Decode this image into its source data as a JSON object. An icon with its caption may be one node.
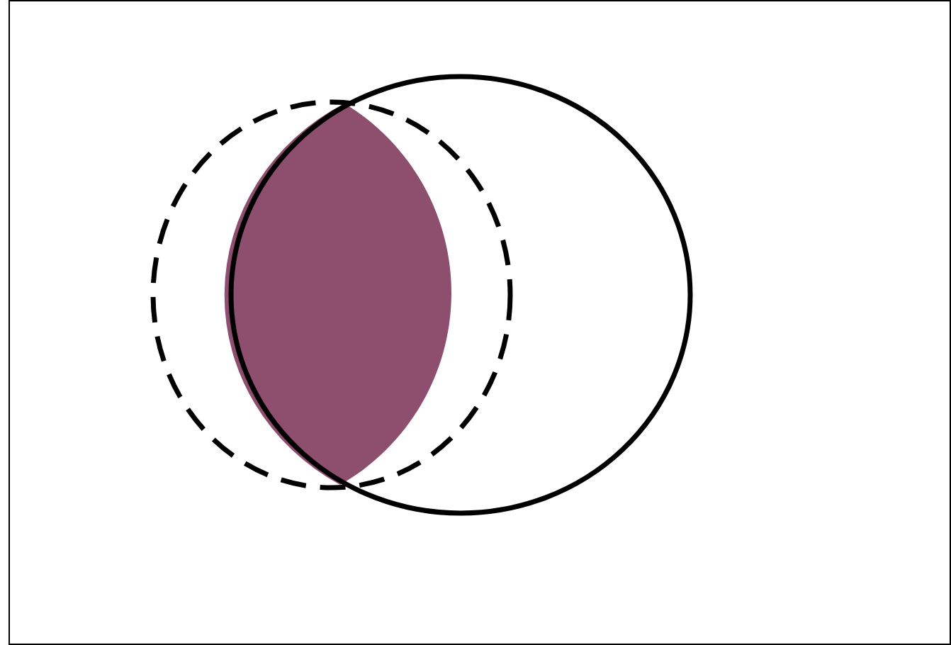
{
  "diagram": {
    "nodes": [
      {
        "text": [],
        "shape": "circle"
      },
      {
        "text": [],
        "shape": "circle"
      },
      {
        "text": [],
        "shape": "lens"
      }
    ]
  }
}
